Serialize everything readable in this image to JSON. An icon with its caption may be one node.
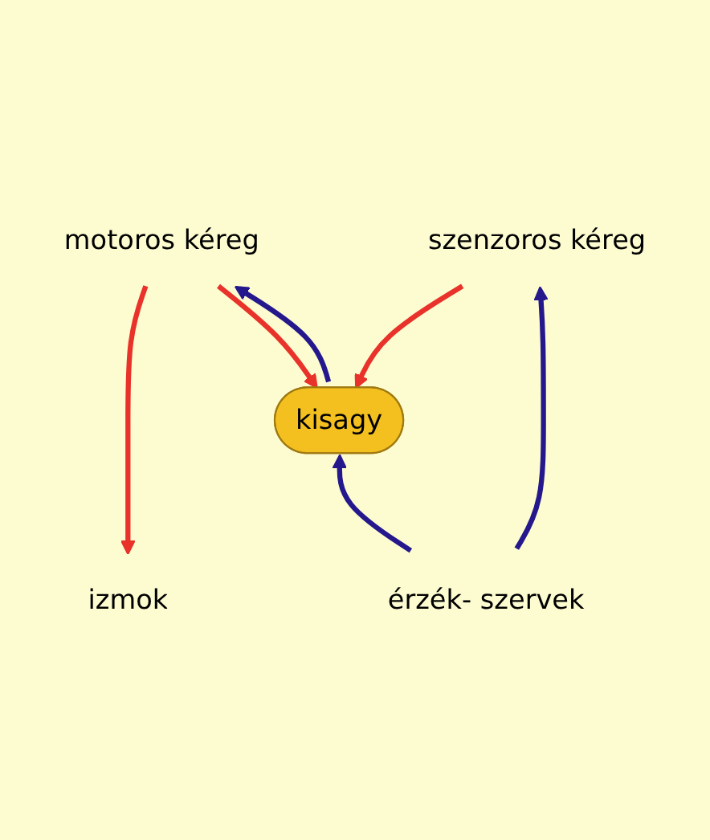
{
  "diagram": {
    "nodes": [
      {
        "text": [
          "motoros kéreg"
        ]
      },
      {
        "text": [
          "szenzoros kéreg"
        ]
      },
      {
        "text": [
          "kisagy"
        ]
      },
      {
        "text": [
          "izmok"
        ]
      },
      {
        "text": [
          "érzék- szervek"
        ]
      }
    ],
    "edges": [
      {
        "from": 0,
        "to": 3,
        "arrow": "to",
        "color": "#e8322a"
      },
      {
        "from": 0,
        "to": 2,
        "arrow": "to",
        "color": "#e8322a"
      },
      {
        "from": 1,
        "to": 2,
        "arrow": "to",
        "color": "#e8322a"
      },
      {
        "from": 2,
        "to": 0,
        "arrow": "to",
        "color": "#24188c"
      },
      {
        "from": 4,
        "to": 1,
        "arrow": "to",
        "color": "#24188c"
      },
      {
        "from": 4,
        "to": 2,
        "arrow": "to",
        "color": "#24188c"
      }
    ]
  }
}
